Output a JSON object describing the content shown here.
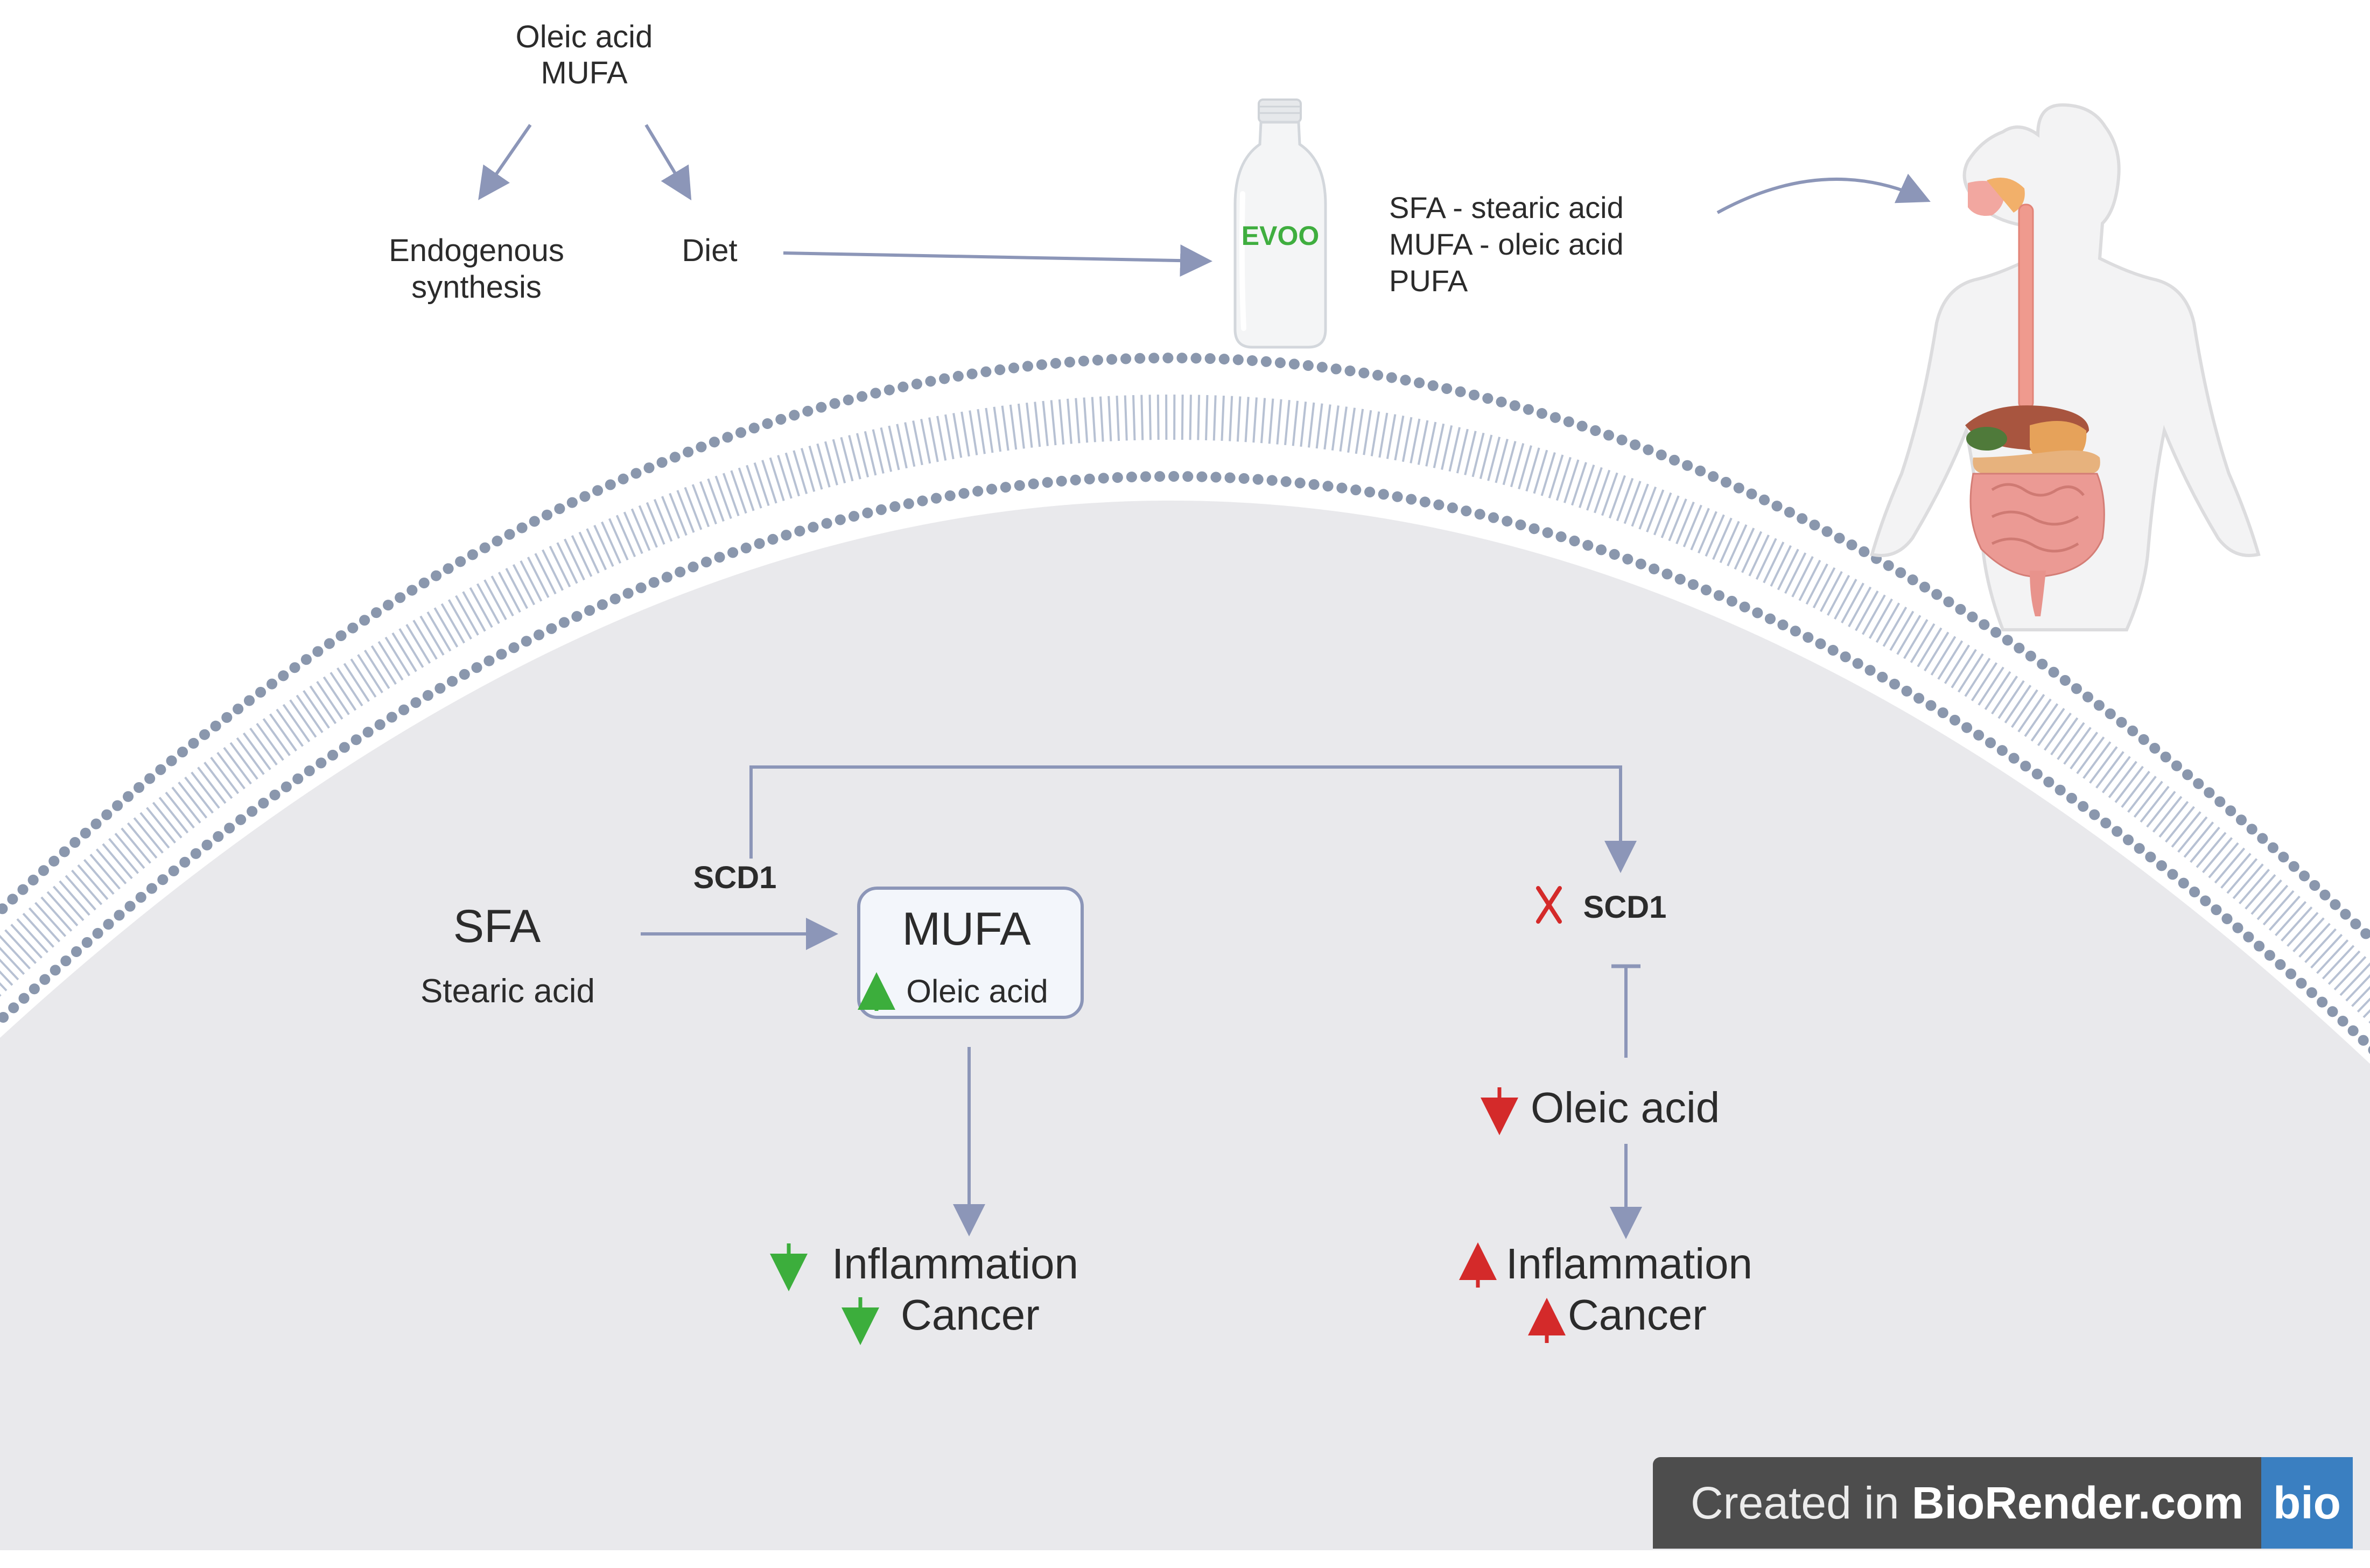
{
  "top": {
    "source_label_line1": "Oleic acid",
    "source_label_line2": "MUFA",
    "endogenous_line1": "Endogenous",
    "endogenous_line2": "synthesis",
    "diet": "Diet",
    "bottle_label": "EVOO",
    "composition": [
      "SFA - stearic acid",
      "MUFA - oleic acid",
      "PUFA"
    ]
  },
  "cell": {
    "left_pathway": {
      "enzyme": "SCD1",
      "substrate": "SFA",
      "substrate_sub": "Stearic acid",
      "product": "MUFA",
      "product_sub": "Oleic acid",
      "outcome_1": "Inflammation",
      "outcome_2": "Cancer"
    },
    "right_pathway": {
      "enzyme": "SCD1",
      "metabolite": "Oleic acid",
      "outcome_1": "Inflammation",
      "outcome_2": "Cancer"
    }
  },
  "footer": {
    "created_in": "Created in ",
    "brand": "BioRender.com",
    "logo": "bio"
  },
  "colors": {
    "arrow": "#8c96b8",
    "increase_green": "#3cae3c",
    "decrease_red": "#d42a2a",
    "cell_fill": "#e9e9ec",
    "membrane": "#8a97ad",
    "evoo_text": "#3fae3f"
  }
}
